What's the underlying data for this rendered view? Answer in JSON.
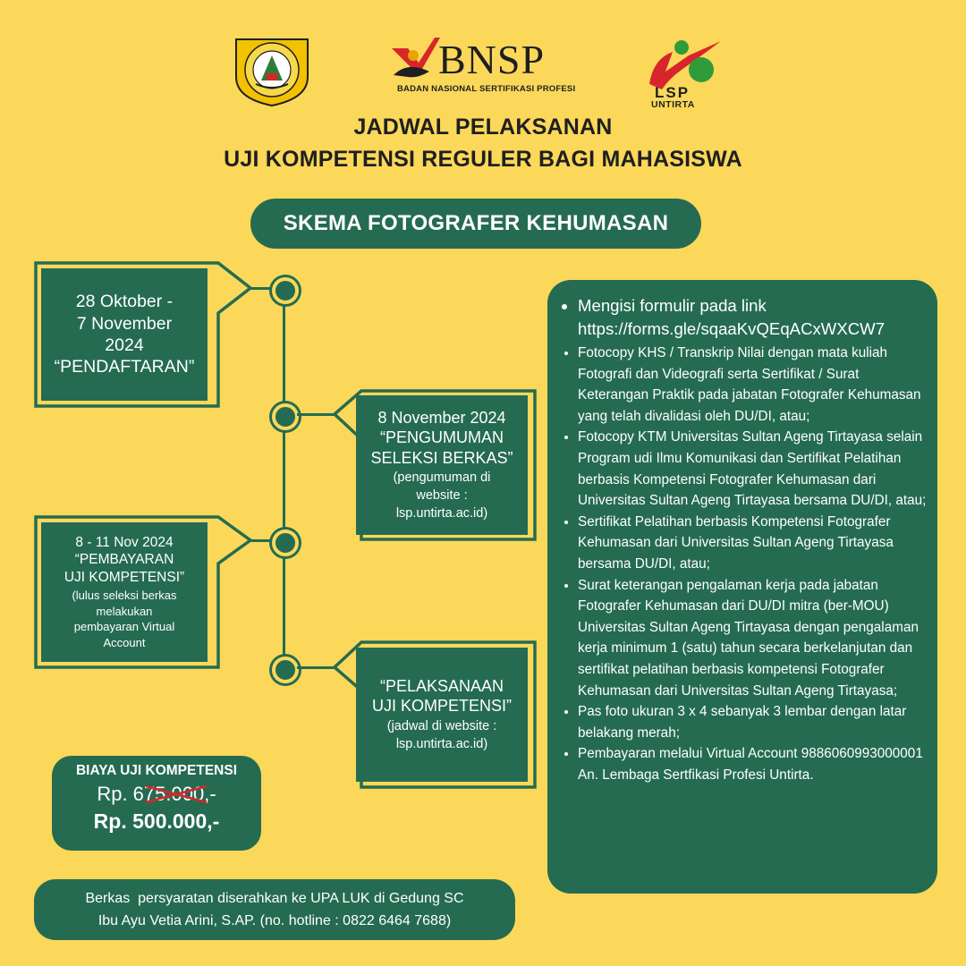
{
  "logos": {
    "untirta_seal_text": "UNIVERSITAS SULTAN AGENG TIRTAYASA",
    "bnsp_name": "BNSP",
    "bnsp_sub": "BADAN NASIONAL SERTIFIKASI PROFESI",
    "lsp_name": "LSP",
    "lsp_sub": "UNTIRTA"
  },
  "header": {
    "title_line1": "JADWAL PELAKSANAN",
    "title_line2": "UJI KOMPETENSI REGULER BAGI MAHASISWA",
    "scheme": "SKEMA FOTOGRAFER KEHUMASAN"
  },
  "timeline": [
    {
      "lines": [
        "28 Oktober -",
        "7 November",
        "2024",
        "“PENDAFTARAN”"
      ]
    },
    {
      "lines": [
        "8 November 2024",
        "“PENGUMUMAN",
        "SELEKSI BERKAS”"
      ],
      "small": [
        "(pengumuman di",
        "website :",
        "lsp.untirta.ac.id)"
      ]
    },
    {
      "lines": [
        "8 - 11 Nov 2024",
        "“PEMBAYARAN",
        "UJI KOMPETENSI”"
      ],
      "small": [
        "(lulus seleksi berkas",
        "melakukan",
        "pembayaran Virtual",
        "Account"
      ]
    },
    {
      "lines": [
        "“PELAKSANAAN",
        "UJI KOMPETENSI”"
      ],
      "small": [
        "(jadwal di website :",
        "lsp.untirta.ac.id)"
      ]
    }
  ],
  "fee": {
    "label": "BIAYA UJI KOMPETENSI",
    "old_prefix": "Rp. 6",
    "old_struck": "75.000",
    "old_suffix": ",-",
    "new_price": "Rp. 500.000,-"
  },
  "requirements": [
    "Mengisi formulir pada link https://forms.gle/sqaaKvQEqACxWXCW7",
    "Fotocopy KHS / Transkrip Nilai dengan mata kuliah Fotografi dan Videografi serta Sertifikat / Surat Keterangan Praktik pada jabatan Fotografer Kehumasan yang telah divalidasi oleh DU/DI, atau;",
    "Fotocopy KTM Universitas Sultan Ageng Tirtayasa selain Program udi Ilmu Komunikasi dan Sertifikat Pelatihan berbasis Kompetensi Fotografer Kehumasan dari Universitas Sultan Ageng Tirtayasa bersama DU/DI, atau;",
    "Sertifikat Pelatihan berbasis Kompetensi Fotografer Kehumasan dari Universitas Sultan Ageng Tirtayasa bersama DU/DI, atau;",
    "Surat keterangan pengalaman kerja pada jabatan Fotografer Kehumasan dari DU/DI mitra (ber-MOU) Universitas Sultan Ageng Tirtayasa dengan pengalaman kerja minimum 1 (satu) tahun secara berkelanjutan dan sertifikat pelatihan berbasis kompetensi Fotografer Kehumasan dari Universitas Sultan Ageng Tirtayasa;",
    "Pas foto ukuran 3 x 4 sebanyak 3 lembar dengan latar belakang merah;",
    "Pembayaran melalui Virtual Account 9886060993000001 An. Lembaga Sertfikasi Profesi Untirta."
  ],
  "footer": {
    "line1": "Berkas  persyaratan diserahkan ke UPA LUK di Gedung SC",
    "line2": "Ibu Ayu Vetia Arini, S.AP. (no. hotline : 0822 6464 7688)"
  },
  "colors": {
    "background": "#fbd85a",
    "green": "#256b52",
    "red": "#d7262b"
  }
}
